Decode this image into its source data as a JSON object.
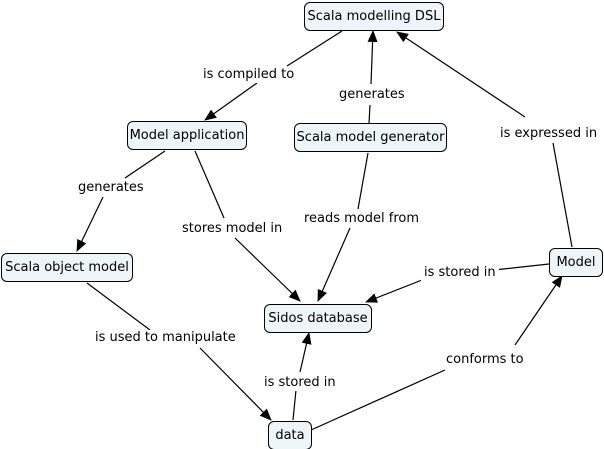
{
  "nodes": {
    "scala_dsl": "Scala modelling DSL",
    "model_application": "Model application",
    "scala_model_generator": "Scala model generator",
    "scala_object_model": "Scala object model",
    "model": "Model",
    "sidos_database": "Sidos database",
    "data": "data"
  },
  "links": {
    "is_compiled_to": "is compiled to",
    "generates_top": "generates",
    "is_expressed_in": "is expressed in",
    "generates_left": "generates",
    "stores_model_in": "stores model in",
    "reads_model_from": "reads model from",
    "is_stored_in_model": "is stored in",
    "is_used_to_manipulate": "is used to manipulate",
    "conforms_to": "conforms to",
    "is_stored_in_data": "is stored in"
  },
  "colors": {
    "node_fill": "#eef5f8",
    "stroke": "#000000"
  }
}
